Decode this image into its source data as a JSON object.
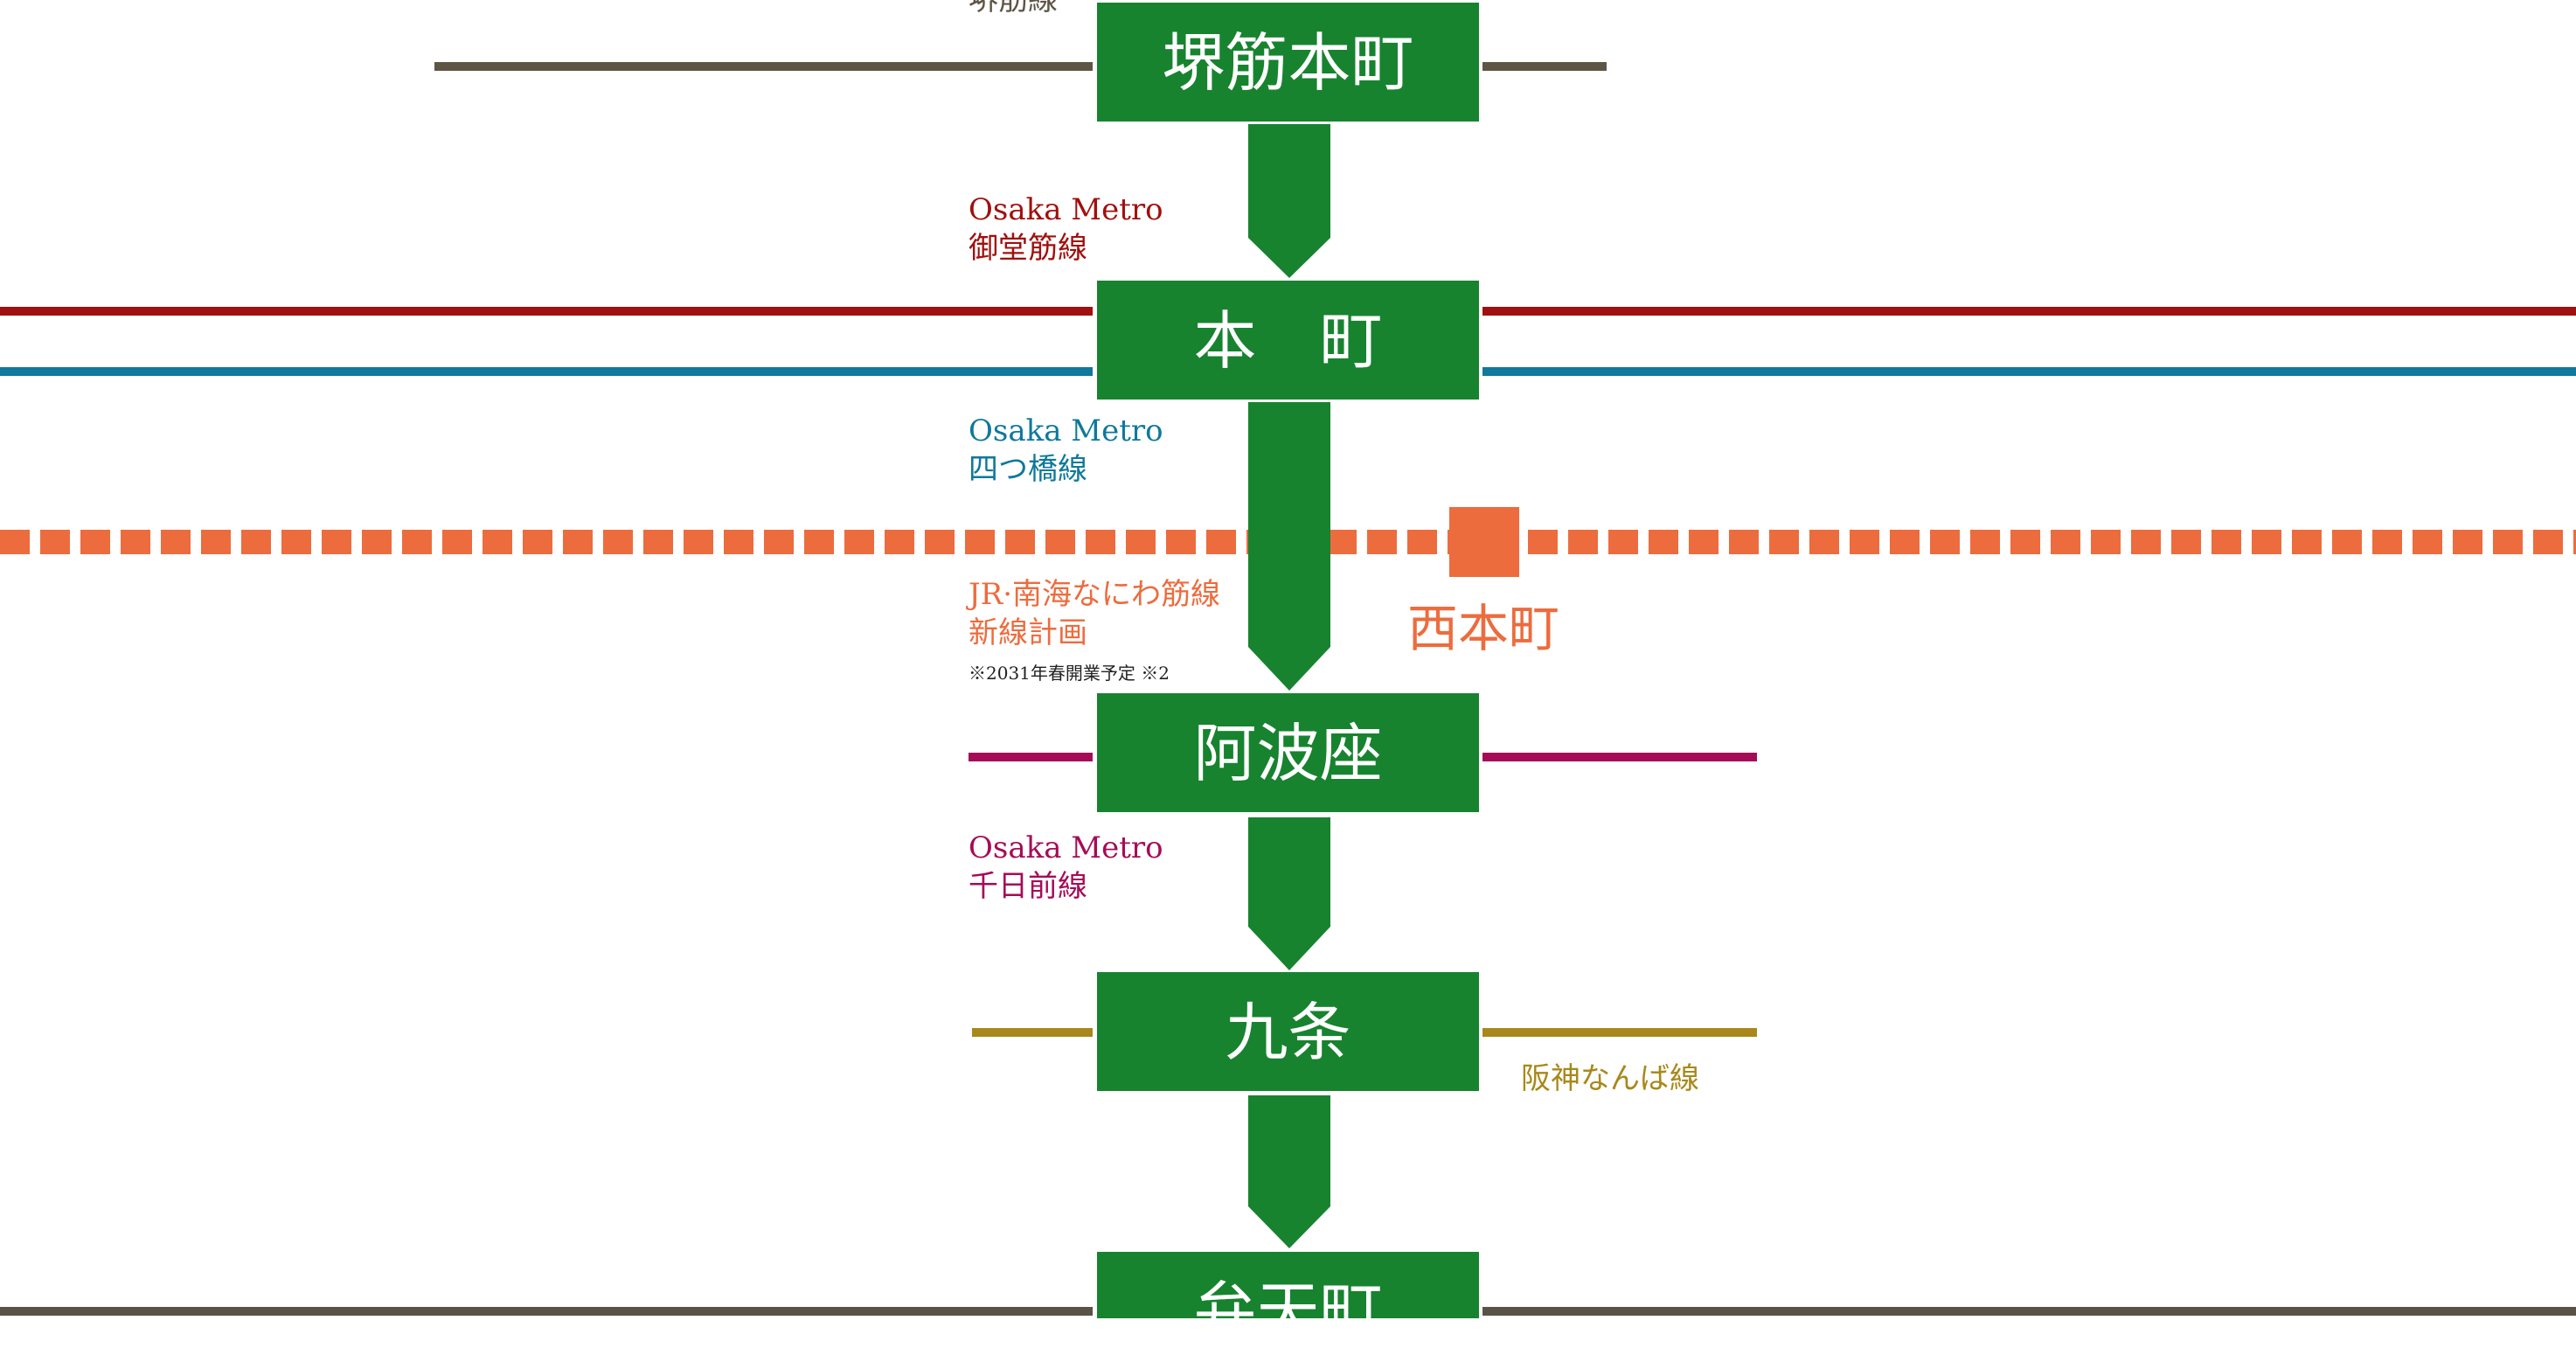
{
  "colors": {
    "station_green": "#17832f",
    "sakaisuji": "#5e5545",
    "midosuji": "#a0100e",
    "yotsubashi": "#0f789c",
    "naniwasuji": "#ec6c3e",
    "sennichimae": "#a50c57",
    "hanshin_namba": "#a8881a",
    "bottom_line": "#5a5345"
  },
  "stations": [
    {
      "name": "堺筋本町"
    },
    {
      "name": "本　町"
    },
    {
      "name": "阿波座"
    },
    {
      "name": "九条"
    },
    {
      "name": "弁天町"
    }
  ],
  "lines": {
    "sakaisuji": {
      "label": "堺筋線"
    },
    "midosuji": {
      "company": "Osaka Metro",
      "name": "御堂筋線"
    },
    "yotsubashi": {
      "company": "Osaka Metro",
      "name": "四つ橋線"
    },
    "naniwasuji": {
      "name1": "JR·南海なにわ筋線",
      "name2": "新線計画",
      "note": "※2031年春開業予定 ※2"
    },
    "sennichimae": {
      "company": "Osaka Metro",
      "name": "千日前線"
    },
    "hanshin_namba": {
      "name": "阪神なんば線"
    }
  },
  "planned_station": {
    "name": "西本町"
  }
}
